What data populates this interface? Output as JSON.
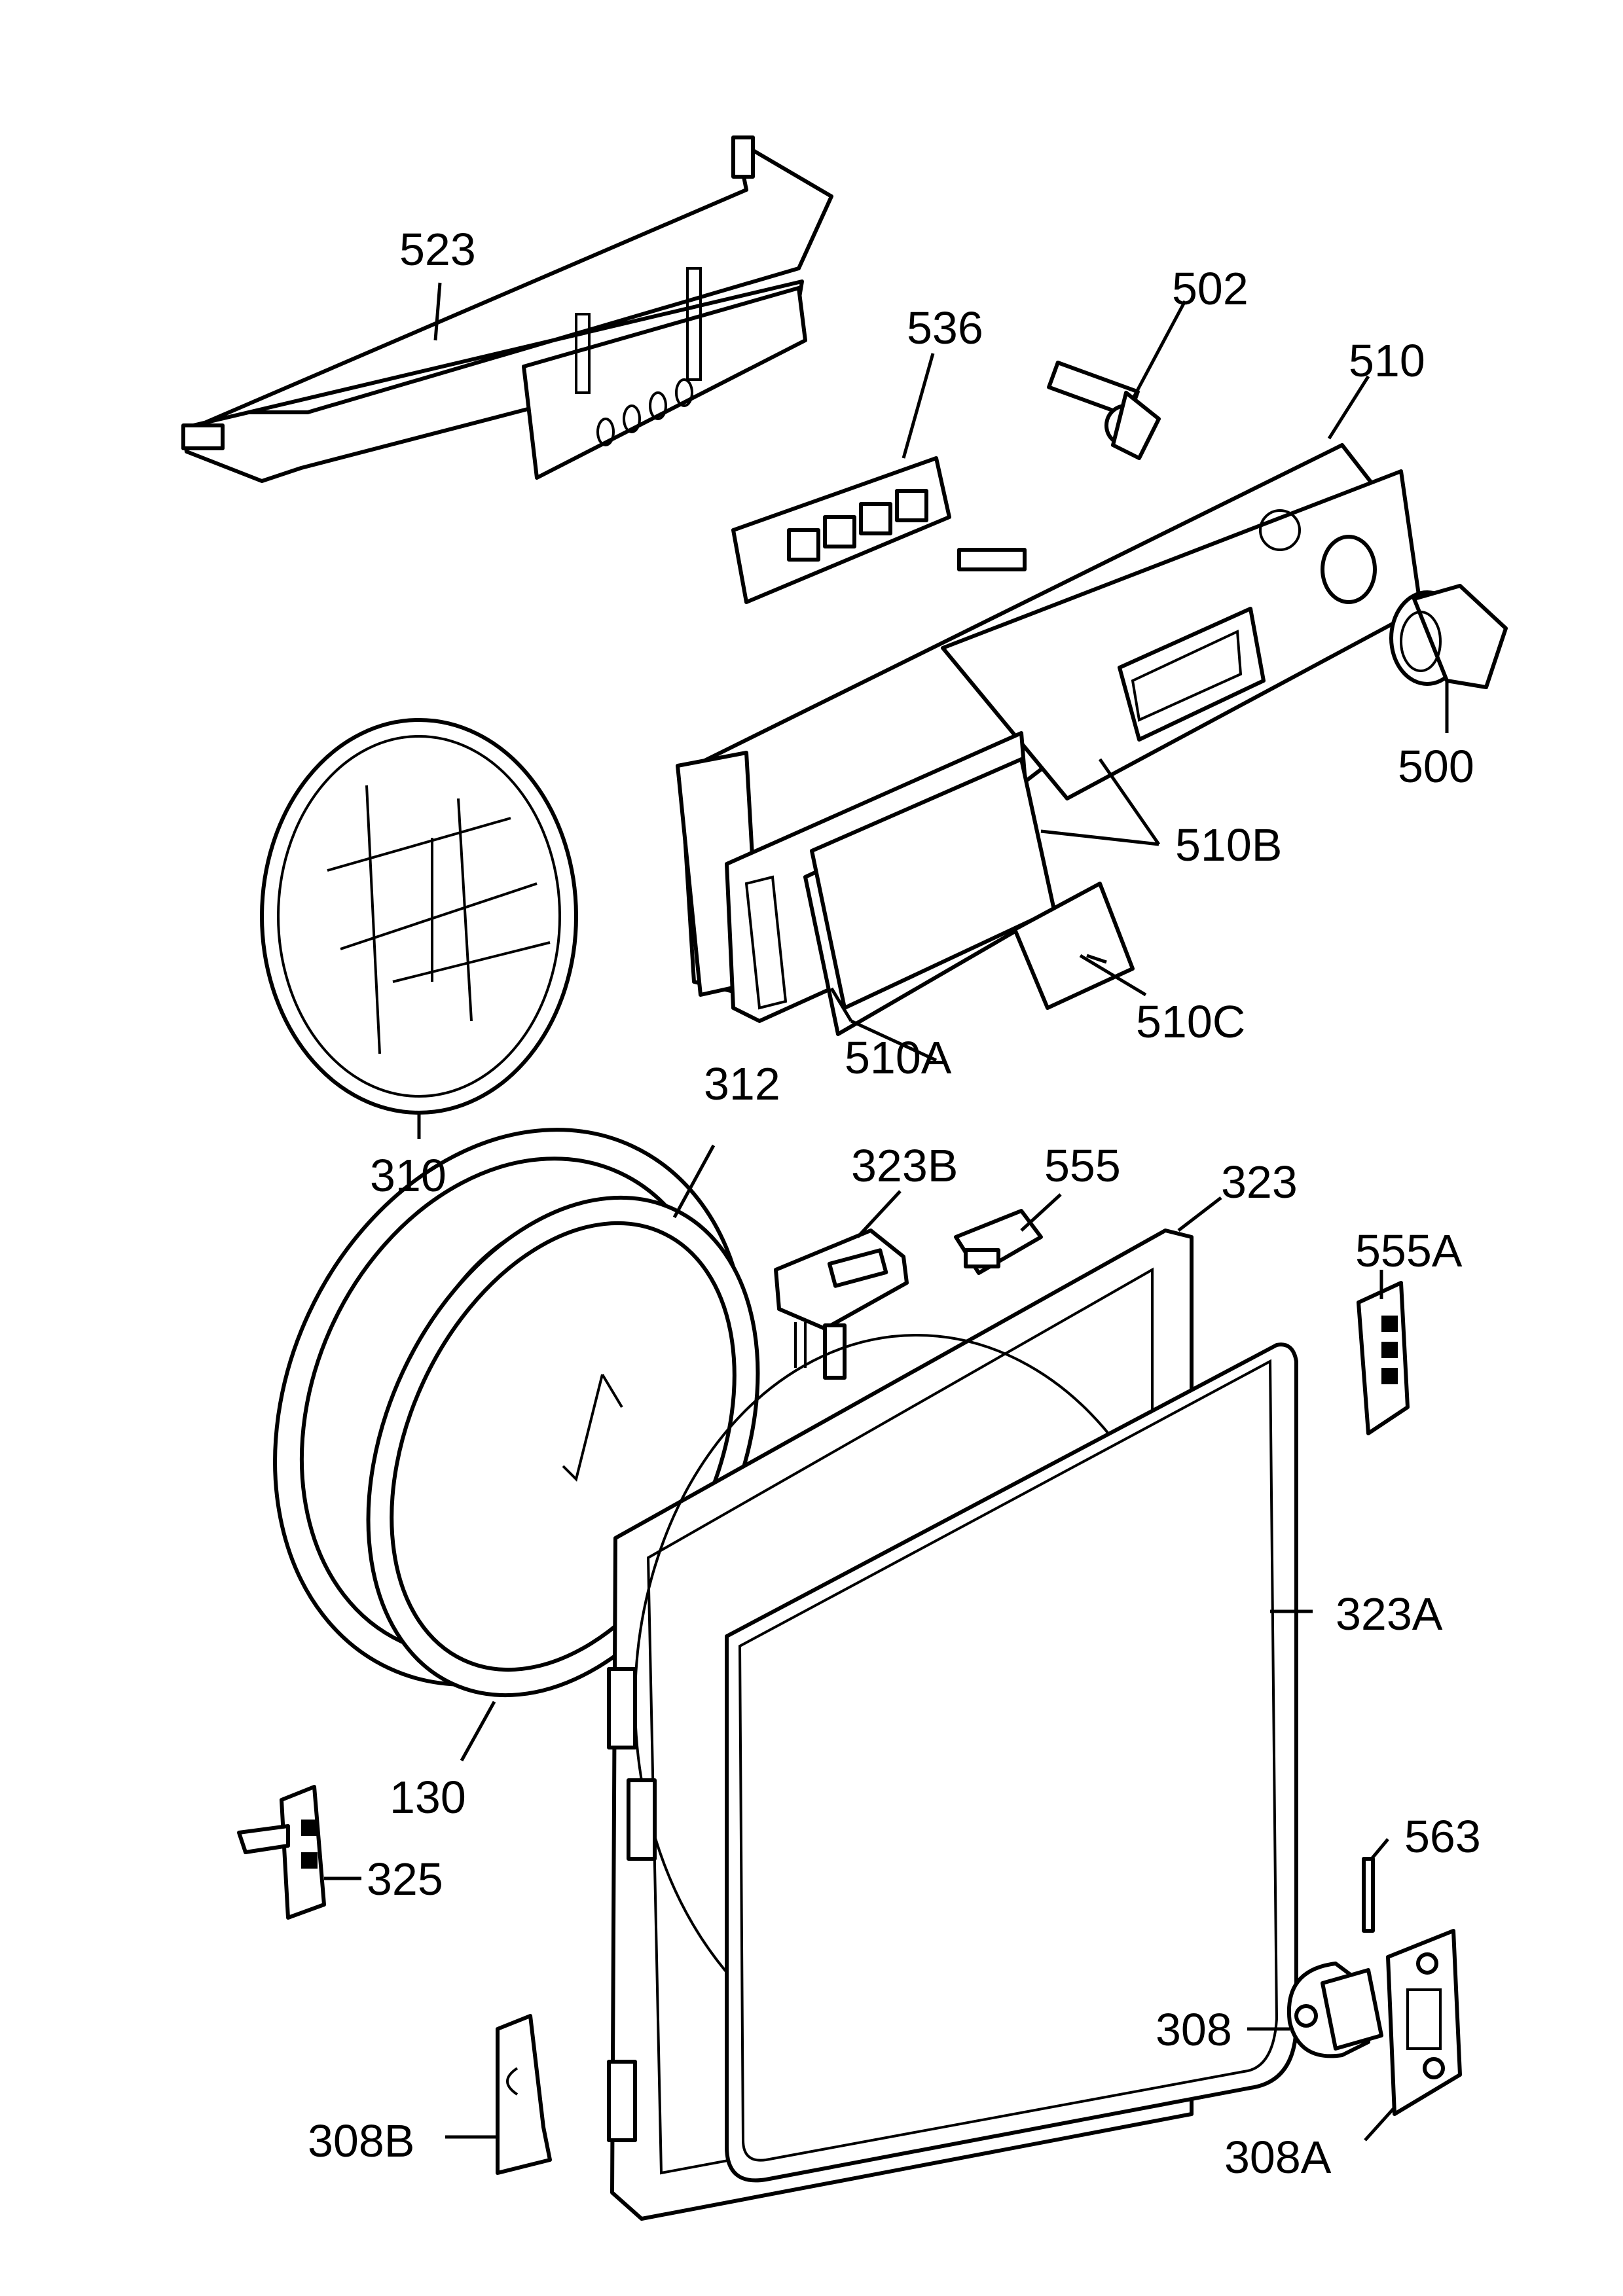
{
  "callouts": {
    "c523": "523",
    "c536": "536",
    "c502": "502",
    "c510": "510",
    "c500": "500",
    "c510B": "510B",
    "c510A": "510A",
    "c510C": "510C",
    "c310": "310",
    "c312": "312",
    "c323B": "323B",
    "c555": "555",
    "c323": "323",
    "c555A": "555A",
    "c323A": "323A",
    "c130": "130",
    "c325": "325",
    "c563": "563",
    "c308": "308",
    "c308A": "308A",
    "c308B": "308B"
  }
}
